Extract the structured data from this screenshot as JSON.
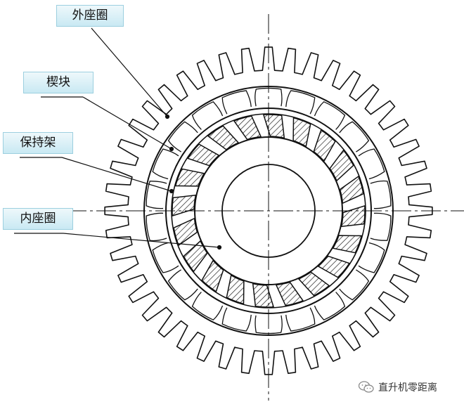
{
  "labels": {
    "outer_ring": "外座圈",
    "wedge": "楔块",
    "cage": "保持架",
    "inner_ring": "内座圈"
  },
  "watermark": {
    "text": "直升机零距离",
    "icon": "wechat-icon"
  },
  "colors": {
    "line": "#111111",
    "callout_fill": "#c9e9f3",
    "callout_border": "#9ccfdf"
  }
}
